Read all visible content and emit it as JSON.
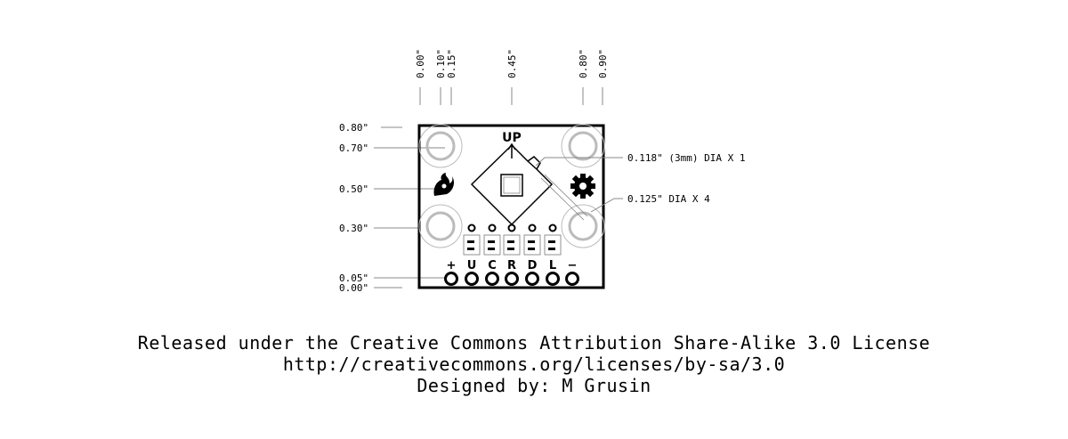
{
  "top_dimensions": [
    "0.00\"",
    "0.10\"",
    "0.15\"",
    "0.45\"",
    "0.80\"",
    "0.90\""
  ],
  "left_dimensions": [
    "0.80\"",
    "0.70\"",
    "0.50\"",
    "0.30\"",
    "0.05\"",
    "0.00\""
  ],
  "callouts": {
    "hole_3mm": "0.118\" (3mm) DIA X 1",
    "hole_mount": "0.125\" DIA X 4"
  },
  "board": {
    "up_label": "UP",
    "pin_labels": [
      "+",
      "U",
      "C",
      "R",
      "D",
      "L",
      "−"
    ],
    "logo_icons": [
      "sparkfun-flame-icon",
      "open-hardware-gear-icon"
    ]
  },
  "footer": {
    "license": "Released under the Creative Commons Attribution Share-Alike 3.0 License",
    "url": "http://creativecommons.org/licenses/by-sa/3.0",
    "designer": "Designed by: M Grusin"
  }
}
